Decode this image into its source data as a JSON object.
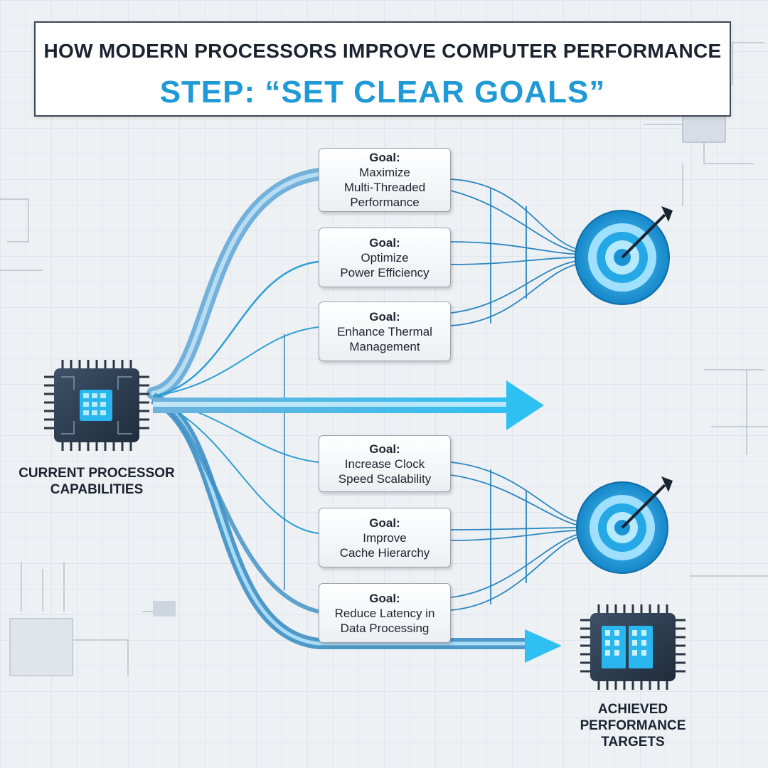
{
  "header": {
    "title": "HOW MODERN PROCESSORS IMPROVE COMPUTER PERFORMANCE",
    "subtitle": "STEP: “SET CLEAR GOALS”"
  },
  "source": {
    "label_line1": "CURRENT PROCESSOR",
    "label_line2": "CAPABILITIES"
  },
  "destination": {
    "label_line1": "ACHIEVED",
    "label_line2": "PERFORMANCE",
    "label_line3": "TARGETS"
  },
  "goals": [
    {
      "label": "Goal:",
      "line1": "Maximize",
      "line2": "Multi-Threaded",
      "line3": "Performance"
    },
    {
      "label": "Goal:",
      "line1": "Optimize",
      "line2": "Power Efficiency"
    },
    {
      "label": "Goal:",
      "line1": "Enhance Thermal",
      "line2": "Management"
    },
    {
      "label": "Goal:",
      "line1": "Increase Clock",
      "line2": "Speed Scalability"
    },
    {
      "label": "Goal:",
      "line1": "Improve",
      "line2": "Cache Hierarchy"
    },
    {
      "label": "Goal:",
      "line1": "Reduce Latency in",
      "line2": "Data Processing"
    }
  ],
  "icons": {
    "source_chip": "processor-chip-icon",
    "target_1": "bullseye-target-icon",
    "target_2": "bullseye-target-icon",
    "destination_chip": "processor-chip-icon"
  },
  "colors": {
    "accent": "#1f9ad6",
    "arrow": "#2fb6ec",
    "flow_dark": "#3c8fc4",
    "chip_body": "#2e3f52",
    "target": "#1ea7e4",
    "border": "#3d4856"
  }
}
